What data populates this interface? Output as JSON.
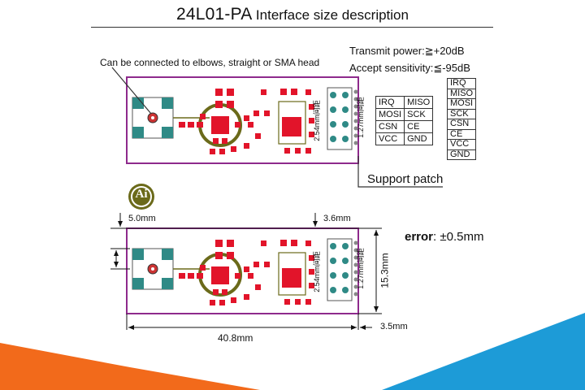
{
  "header": {
    "model": "24L01-PA",
    "title_suffix": "Interface size description"
  },
  "callouts": {
    "connector_note": "Can be connected to elbows, straight or SMA head",
    "support_patch": "Support patch"
  },
  "specs": {
    "transmit_label": "Transmit power:",
    "transmit_value": "≧+20dB",
    "accept_label": "Accept sensitivity:",
    "accept_value": "≦-95dB"
  },
  "pin_table": [
    [
      "IRQ",
      "MISO"
    ],
    [
      "MOSI",
      "SCK"
    ],
    [
      "CSN",
      "CE"
    ],
    [
      "VCC",
      "GND"
    ]
  ],
  "pin_list": [
    "IRQ",
    "MISO",
    "MOSI",
    "SCK",
    "CSN",
    "CE",
    "VCC",
    "GND"
  ],
  "pitch_labels": {
    "pitch_254": "2.54mm间距",
    "pitch_127": "1.27mm间距"
  },
  "dimensions": {
    "left_offset": "5.0mm",
    "right_offset": "3.6mm",
    "error_label": "error",
    "error_value": ": ±0.5mm",
    "height": "15.3mm",
    "width": "40.8mm",
    "edge": "3.5mm"
  },
  "logo": {
    "text": "Ai"
  },
  "colors": {
    "board_outline": "#8e2a8c",
    "pad_red": "#e2142a",
    "silk_olive": "#6b6a1a",
    "pad_teal": "#2f8a86",
    "accent_orange": "#f26a1b",
    "accent_blue": "#1d9bd7"
  }
}
